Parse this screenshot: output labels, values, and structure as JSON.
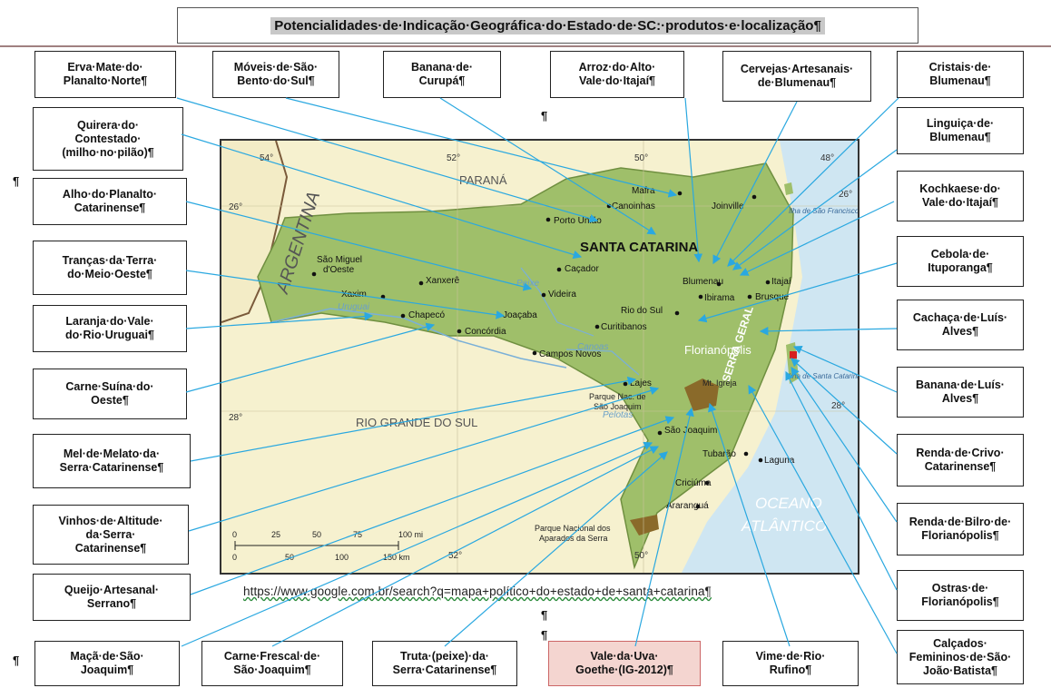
{
  "title": "Potencialidades·de·Indicação·Geográfica·do·Estado·de·SC:·produtos·e·localização¶",
  "boxes": [
    "Erva·Mate·do·\nPlanalto·Norte¶",
    "Móveis·de·São·\nBento·do·Sul¶",
    "Banana·de·\nCurupá¶",
    "Arroz·do·Alto·\nVale·do·Itajaí¶",
    "Cervejas·Artesanais·\nde·Blumenau¶",
    "Cristais·de·\nBlumenau¶",
    "Quirera·do·\nContestado·\n(milho·no·pilão)¶",
    "Linguiça·de·\nBlumenau¶",
    "Alho·do·Planalto·\nCatarinense¶",
    "Kochkaese·do·\nVale·do·Itajaí¶",
    "Tranças·da·Terra·\ndo·Meio·Oeste¶",
    "Cebola·de·\nItuporanga¶",
    "Laranja·do·Vale·\ndo·Rio·Uruguai¶",
    "Cachaça·de·Luís·\nAlves¶",
    "Carne·Suína·do·\nOeste¶",
    "Banana·de·Luís·\nAlves¶",
    "Mel·de·Melato·da·\nSerra·Catarinense¶",
    "Renda·de·Crivo·\nCatarinense¶",
    "Vinhos·de·Altitude·\nda·Serra·\nCatarinense¶",
    "Renda·de·Bilro·de·\nFlorianópolis¶",
    "Queijo·Artesanal·\nSerrano¶",
    "Ostras·de·\nFlorianópolis¶",
    "Calçados·\nFemininos·de·São·\nJoão·Batista¶",
    "Maçã·de·São·\nJoaquim¶",
    "Carne·Frescal·de·\nSão·Joaquim¶",
    "Truta·(peixe)·da·\nSerra·Catarinense¶",
    "Vale·da·Uva·\nGoethe·(IG-2012)¶",
    "Vime·de·Rio·\nRufino¶"
  ],
  "pilcrow": "¶",
  "url": "https://www.google.com.br/search?q=mapa+político+do+estado+de+santa+catarina¶",
  "map": {
    "state_label": "SANTA CATARINA",
    "neighbors": [
      "PARANÁ",
      "RIO GRANDE DO SUL",
      "ARGENTINA"
    ],
    "ocean": [
      "OCEANO",
      "ATLÂNTICO"
    ],
    "terrain": [
      "SERRA GERAL"
    ],
    "rivers": [
      "Uruguai",
      "Peixe",
      "Canoas",
      "Pelotas"
    ],
    "islands": [
      "Ilha de São Francisco",
      "Ilha de Santa Catarina"
    ],
    "parks": [
      "Parque Nac. de",
      "São Joaquim",
      "Parque Nacional dos",
      "Aparados da Serra",
      "Mt. Igreja"
    ],
    "cities": [
      "Mafra",
      "Canoinhas",
      "Joinville",
      "Porto União",
      "São Miguel",
      "d'Oeste",
      "Xanxerê",
      "Caçador",
      "Videira",
      "Xaxim",
      "Chapecó",
      "Joaçaba",
      "Concórdia",
      "Blumenau",
      "Ibirama",
      "Itajaí",
      "Brusque",
      "Rio do Sul",
      "Curitibanos",
      "Campos Novos",
      "Florianópolis",
      "Lajes",
      "São Joaquim",
      "Tubarão",
      "Laguna",
      "Criciúma",
      "Araranguá"
    ],
    "coords": [
      "54°",
      "52°",
      "50°",
      "48°",
      "26°",
      "26°",
      "28°",
      "28°",
      "52°",
      "50°"
    ],
    "scale": [
      "0",
      "25",
      "50",
      "75",
      "100 mi",
      "0",
      "50",
      "100",
      "150 km"
    ]
  }
}
